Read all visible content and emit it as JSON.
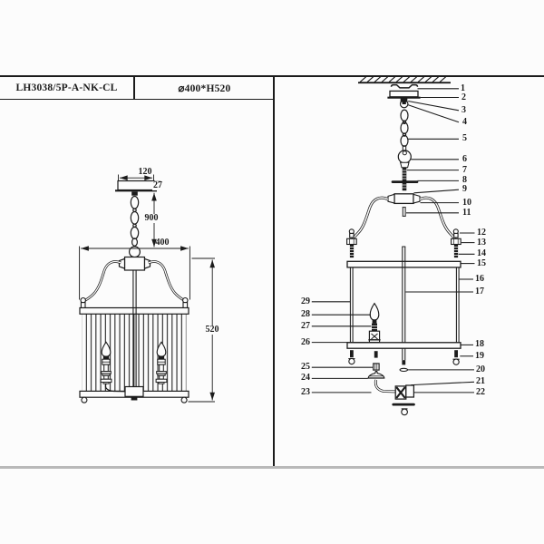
{
  "header": {
    "model": "LH3038/5P-A-NK-CL",
    "size": "⌀400*H520"
  },
  "dimension_view": {
    "labels": {
      "canopy_width": "120",
      "canopy_height": "27",
      "suspension_height": "900",
      "diameter": "400",
      "body_height": "520"
    }
  },
  "parts_view": {
    "numbers": [
      "1",
      "2",
      "3",
      "4",
      "5",
      "6",
      "7",
      "8",
      "9",
      "10",
      "11",
      "12",
      "13",
      "14",
      "15",
      "16",
      "17",
      "18",
      "19",
      "20",
      "21",
      "22",
      "23",
      "24",
      "25",
      "26",
      "27",
      "28",
      "29"
    ]
  },
  "colors": {
    "line": "#1b1b1b",
    "rule_light": "#b9b9b9",
    "background": "#fcfcfc"
  }
}
